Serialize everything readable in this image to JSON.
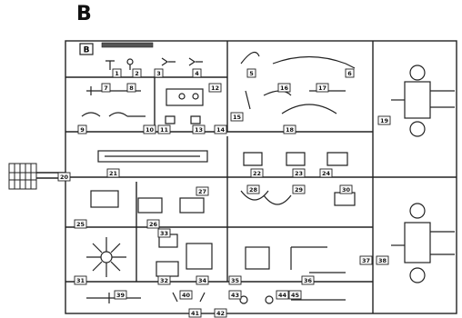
{
  "sheet_letter": "B",
  "frame_badge": "B",
  "code_strip": "",
  "parts": [
    "1",
    "2",
    "3",
    "4",
    "5",
    "6",
    "7",
    "8",
    "9",
    "10",
    "11",
    "12",
    "13",
    "14",
    "15",
    "16",
    "17",
    "18",
    "19",
    "20",
    "21",
    "22",
    "23",
    "24",
    "25",
    "26",
    "27",
    "28",
    "29",
    "30",
    "31",
    "32",
    "33",
    "34",
    "35",
    "36",
    "37",
    "38",
    "39",
    "40",
    "41",
    "42",
    "43",
    "44",
    "45"
  ]
}
